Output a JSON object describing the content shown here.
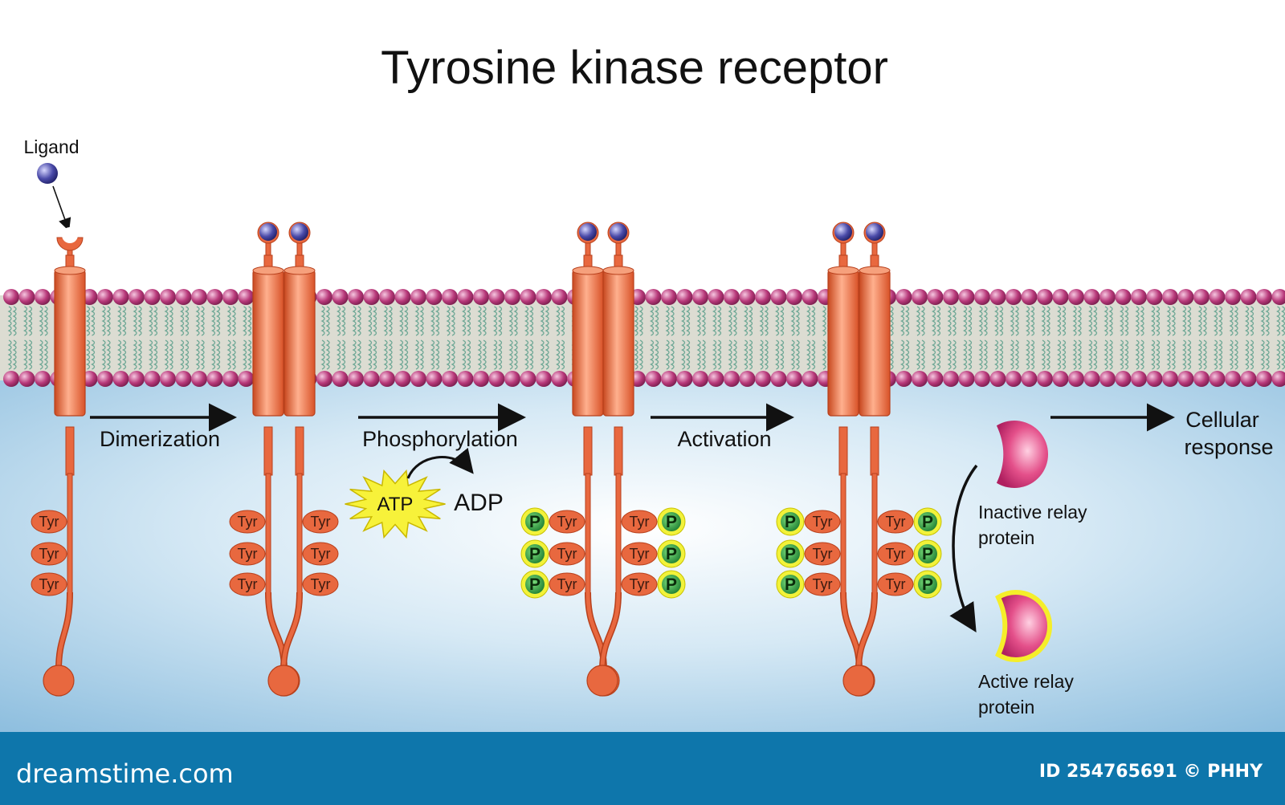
{
  "title": "Tyrosine kinase receptor",
  "ligand_label": "Ligand",
  "steps": {
    "dimerization": "Dimerization",
    "phosphorylation": "Phosphorylation",
    "activation": "Activation",
    "cellular_response": [
      "Cellular",
      "response"
    ]
  },
  "atp": "ATP",
  "adp": "ADP",
  "tyr_label": "Tyr",
  "phosphate_label": "P",
  "inactive_relay": [
    "Inactive relay",
    "protein"
  ],
  "active_relay": [
    "Active relay",
    "protein"
  ],
  "footer": {
    "site": "dreamstime.com",
    "id_text": "ID 254765691 © PHHY"
  },
  "colors": {
    "receptor": "#e8683f",
    "receptor_dark": "#b8401c",
    "membrane_head": "#b0306e",
    "ligand": "#4a4aa8",
    "phosphate_ring": "#f2f23a",
    "phosphate_fill": "#1f8a35",
    "relay": "#e0457e",
    "cytoplasm": "#a6cce6",
    "footer_bar": "#0e76ab"
  }
}
